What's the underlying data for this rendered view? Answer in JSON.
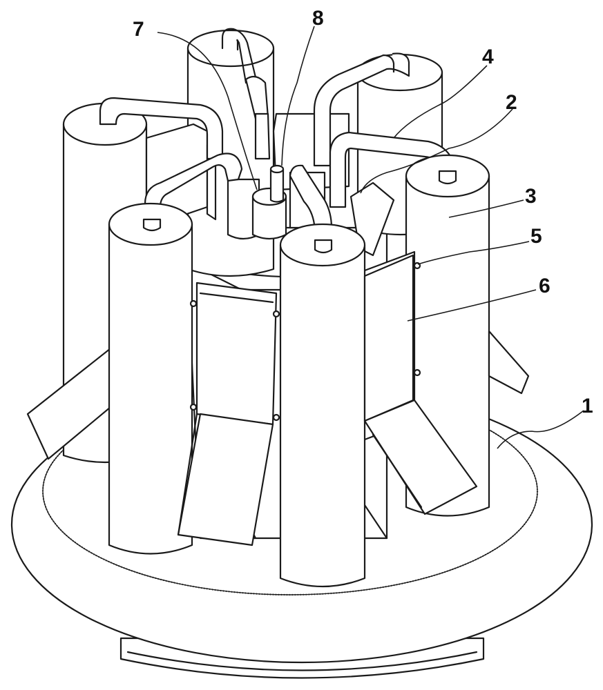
{
  "figure": {
    "labels": [
      {
        "id": "label-1",
        "text": "1"
      },
      {
        "id": "label-2",
        "text": "2"
      },
      {
        "id": "label-3",
        "text": "3"
      },
      {
        "id": "label-4",
        "text": "4"
      },
      {
        "id": "label-5",
        "text": "5"
      },
      {
        "id": "label-6",
        "text": "6"
      },
      {
        "id": "label-7",
        "text": "7"
      },
      {
        "id": "label-8",
        "text": "8"
      }
    ],
    "colors": {
      "line": "#1a1a1a",
      "background": "#ffffff"
    }
  }
}
